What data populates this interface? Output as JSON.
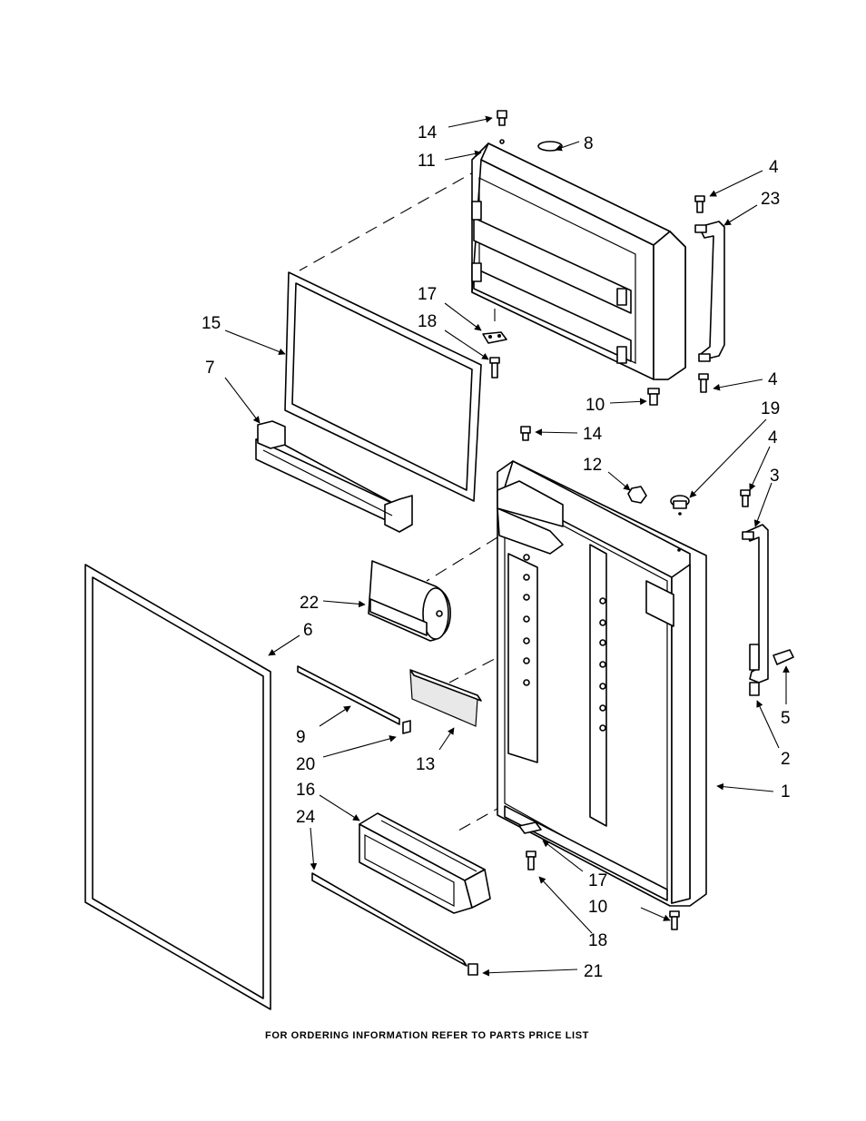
{
  "footer_note": "FOR ORDERING INFORMATION REFER TO PARTS PRICE LIST",
  "callouts": [
    {
      "id": "c14a",
      "label": "14"
    },
    {
      "id": "c11",
      "label": "11"
    },
    {
      "id": "c8",
      "label": "8"
    },
    {
      "id": "c4a",
      "label": "4"
    },
    {
      "id": "c23",
      "label": "23"
    },
    {
      "id": "c15",
      "label": "15"
    },
    {
      "id": "c7",
      "label": "7"
    },
    {
      "id": "c17a",
      "label": "17"
    },
    {
      "id": "c18a",
      "label": "18"
    },
    {
      "id": "c4b",
      "label": "4"
    },
    {
      "id": "c10a",
      "label": "10"
    },
    {
      "id": "c14b",
      "label": "14"
    },
    {
      "id": "c19",
      "label": "19"
    },
    {
      "id": "c12",
      "label": "12"
    },
    {
      "id": "c4c",
      "label": "4"
    },
    {
      "id": "c3",
      "label": "3"
    },
    {
      "id": "c22",
      "label": "22"
    },
    {
      "id": "c6",
      "label": "6"
    },
    {
      "id": "c9",
      "label": "9"
    },
    {
      "id": "c20",
      "label": "20"
    },
    {
      "id": "c13",
      "label": "13"
    },
    {
      "id": "c5",
      "label": "5"
    },
    {
      "id": "c2",
      "label": "2"
    },
    {
      "id": "c1",
      "label": "1"
    },
    {
      "id": "c16",
      "label": "16"
    },
    {
      "id": "c24",
      "label": "24"
    },
    {
      "id": "c17b",
      "label": "17"
    },
    {
      "id": "c10b",
      "label": "10"
    },
    {
      "id": "c18b",
      "label": "18"
    },
    {
      "id": "c21",
      "label": "21"
    }
  ]
}
